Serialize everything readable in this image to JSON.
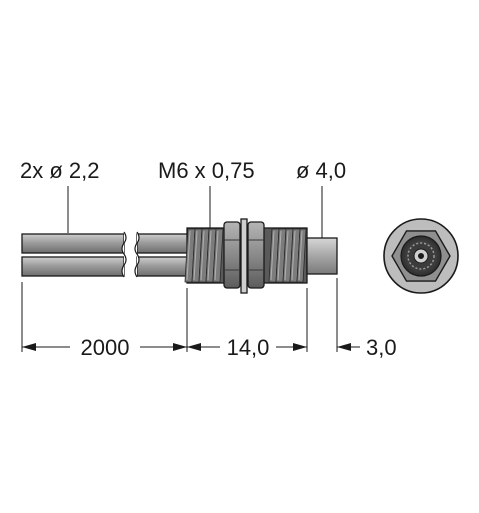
{
  "labels": {
    "cable_diameter": "2x ø 2,2",
    "thread": "M6 x 0,75",
    "tip_diameter": "ø 4,0"
  },
  "dimensions": {
    "cable_length": "2000",
    "body_length": "14,0",
    "tip_length": "3,0"
  },
  "colors": {
    "cable_gray": "#9a9a9a",
    "thread_dark": "#4a4a4a",
    "nut_gray": "#8a8a8a",
    "tip_gray": "#a8a8a8",
    "line": "#1a1a1a"
  }
}
